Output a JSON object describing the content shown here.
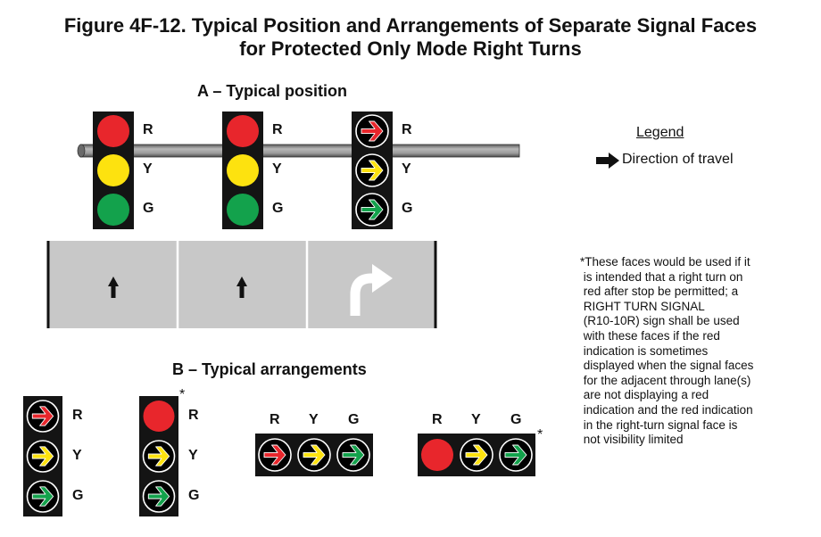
{
  "figure": {
    "title_line1": "Figure 4F-12.  Typical Position and Arrangements of Separate Signal Faces",
    "title_line2": "for Protected Only Mode Right Turns"
  },
  "section_a": {
    "title": "A – Typical position",
    "heads": [
      {
        "lenses": [
          {
            "color": "red",
            "arrow": false
          },
          {
            "color": "yellow",
            "arrow": false
          },
          {
            "color": "green",
            "arrow": false
          }
        ],
        "labels": [
          "R",
          "Y",
          "G"
        ]
      },
      {
        "lenses": [
          {
            "color": "red",
            "arrow": false
          },
          {
            "color": "yellow",
            "arrow": false
          },
          {
            "color": "green",
            "arrow": false
          }
        ],
        "labels": [
          "R",
          "Y",
          "G"
        ]
      },
      {
        "lenses": [
          {
            "color": "red",
            "arrow": true
          },
          {
            "color": "yellow",
            "arrow": true
          },
          {
            "color": "green",
            "arrow": true
          }
        ],
        "labels": [
          "R",
          "Y",
          "G"
        ]
      }
    ],
    "lanes": [
      {
        "marking": "through-arrow"
      },
      {
        "marking": "through-arrow"
      },
      {
        "marking": "right-turn-arrow"
      }
    ]
  },
  "legend": {
    "title": "Legend",
    "item": "Direction of travel",
    "icon": "arrow-right-icon"
  },
  "footnote": {
    "marker": "*",
    "text": "*These faces would be used if it\n is intended that a right turn on\n red after stop be permitted; a\n RIGHT TURN SIGNAL\n (R10-10R) sign shall be used\n with these faces if the red\n indication is sometimes\n displayed when the signal faces\n for the adjacent through lane(s)\n are not displaying a red\n indication and the red indication\n in the right-turn signal face is\n not visibility limited"
  },
  "section_b": {
    "title": "B – Typical arrangements",
    "vertical": [
      {
        "lenses": [
          {
            "color": "red",
            "arrow": true
          },
          {
            "color": "yellow",
            "arrow": true
          },
          {
            "color": "green",
            "arrow": true
          }
        ],
        "labels": [
          "R",
          "Y",
          "G"
        ],
        "asterisk": ""
      },
      {
        "lenses": [
          {
            "color": "red",
            "arrow": false
          },
          {
            "color": "yellow",
            "arrow": true
          },
          {
            "color": "green",
            "arrow": true
          }
        ],
        "labels": [
          "R",
          "Y",
          "G"
        ],
        "asterisk": "*"
      }
    ],
    "horizontal": [
      {
        "lenses": [
          {
            "color": "red",
            "arrow": true
          },
          {
            "color": "yellow",
            "arrow": true
          },
          {
            "color": "green",
            "arrow": true
          }
        ],
        "labels": [
          "R",
          "Y",
          "G"
        ],
        "asterisk": ""
      },
      {
        "lenses": [
          {
            "color": "red",
            "arrow": false
          },
          {
            "color": "yellow",
            "arrow": true
          },
          {
            "color": "green",
            "arrow": true
          }
        ],
        "labels": [
          "R",
          "Y",
          "G"
        ],
        "asterisk": "*"
      }
    ]
  },
  "colors": {
    "red": "#e8262c",
    "yellow": "#fde20f",
    "green": "#13a24c",
    "housing": "#141414",
    "pavement": "#c8c8c8",
    "mast": "#888888"
  }
}
